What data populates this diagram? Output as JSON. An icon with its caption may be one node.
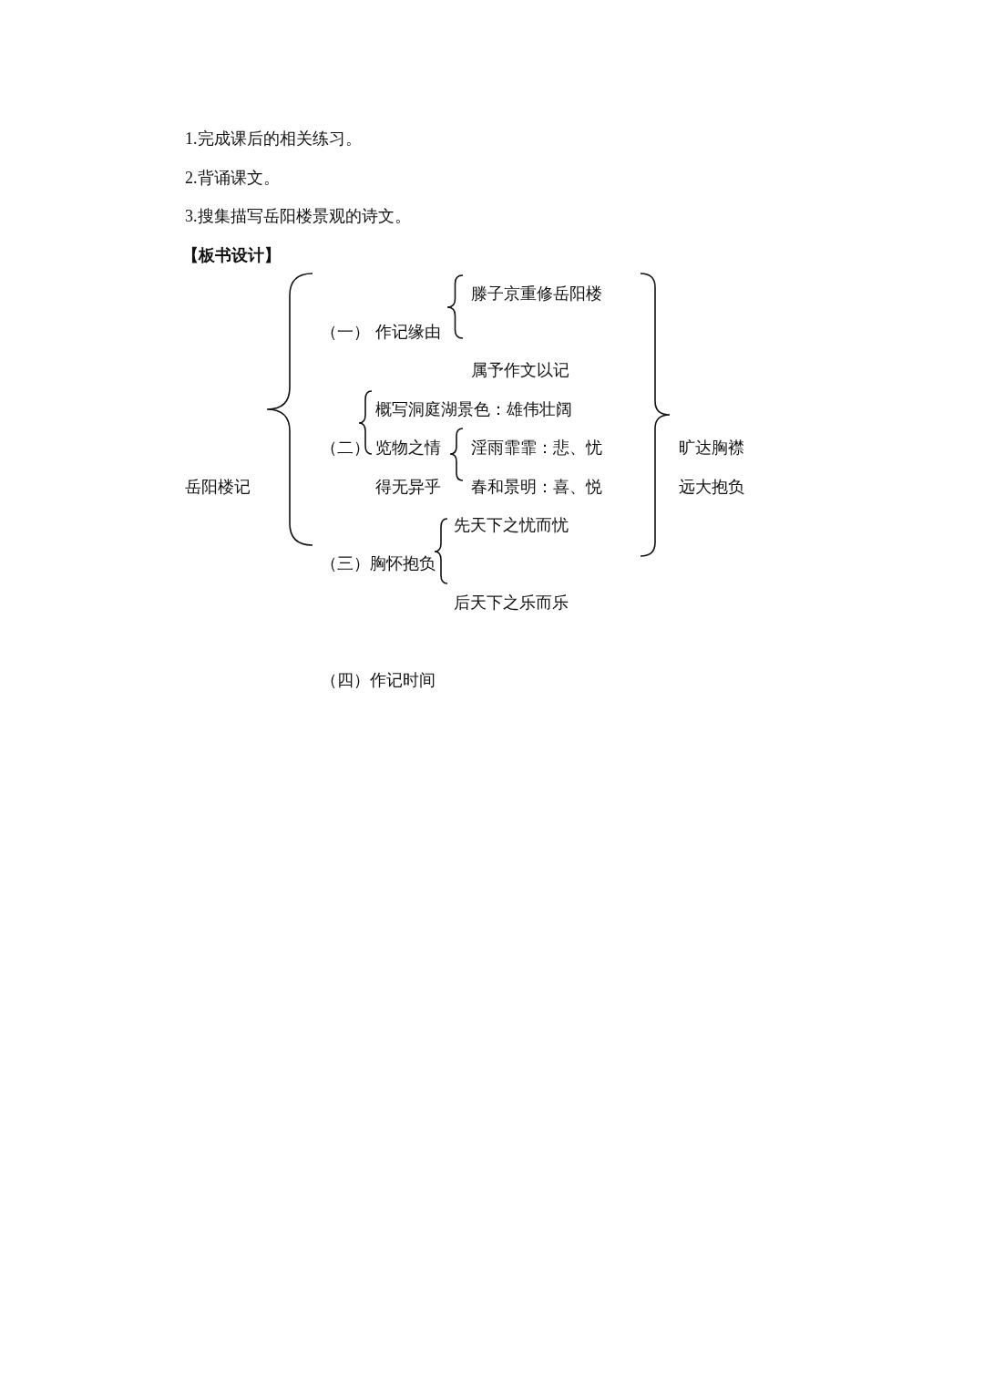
{
  "diagram": {
    "labels": [
      "1.完成课后的相关练习。",
      "2.背诵课文。",
      "3.搜集描写岳阳楼景观的诗文。",
      "【板书设计】",
      "滕子京重修岳阳楼",
      "（一）",
      "作记缘由",
      "属予作文以记",
      "概写洞庭湖景色：雄伟壮阔",
      "（二）",
      "览物之情",
      "淫雨霏霏：悲、忧",
      "旷达胸襟",
      "岳阳楼记",
      "得无异乎",
      "春和景明：喜、悦",
      "远大抱负",
      "先天下之忧而忧",
      "（三）胸怀抱负",
      "后天下之乐而乐",
      "（四）作记时间"
    ]
  }
}
